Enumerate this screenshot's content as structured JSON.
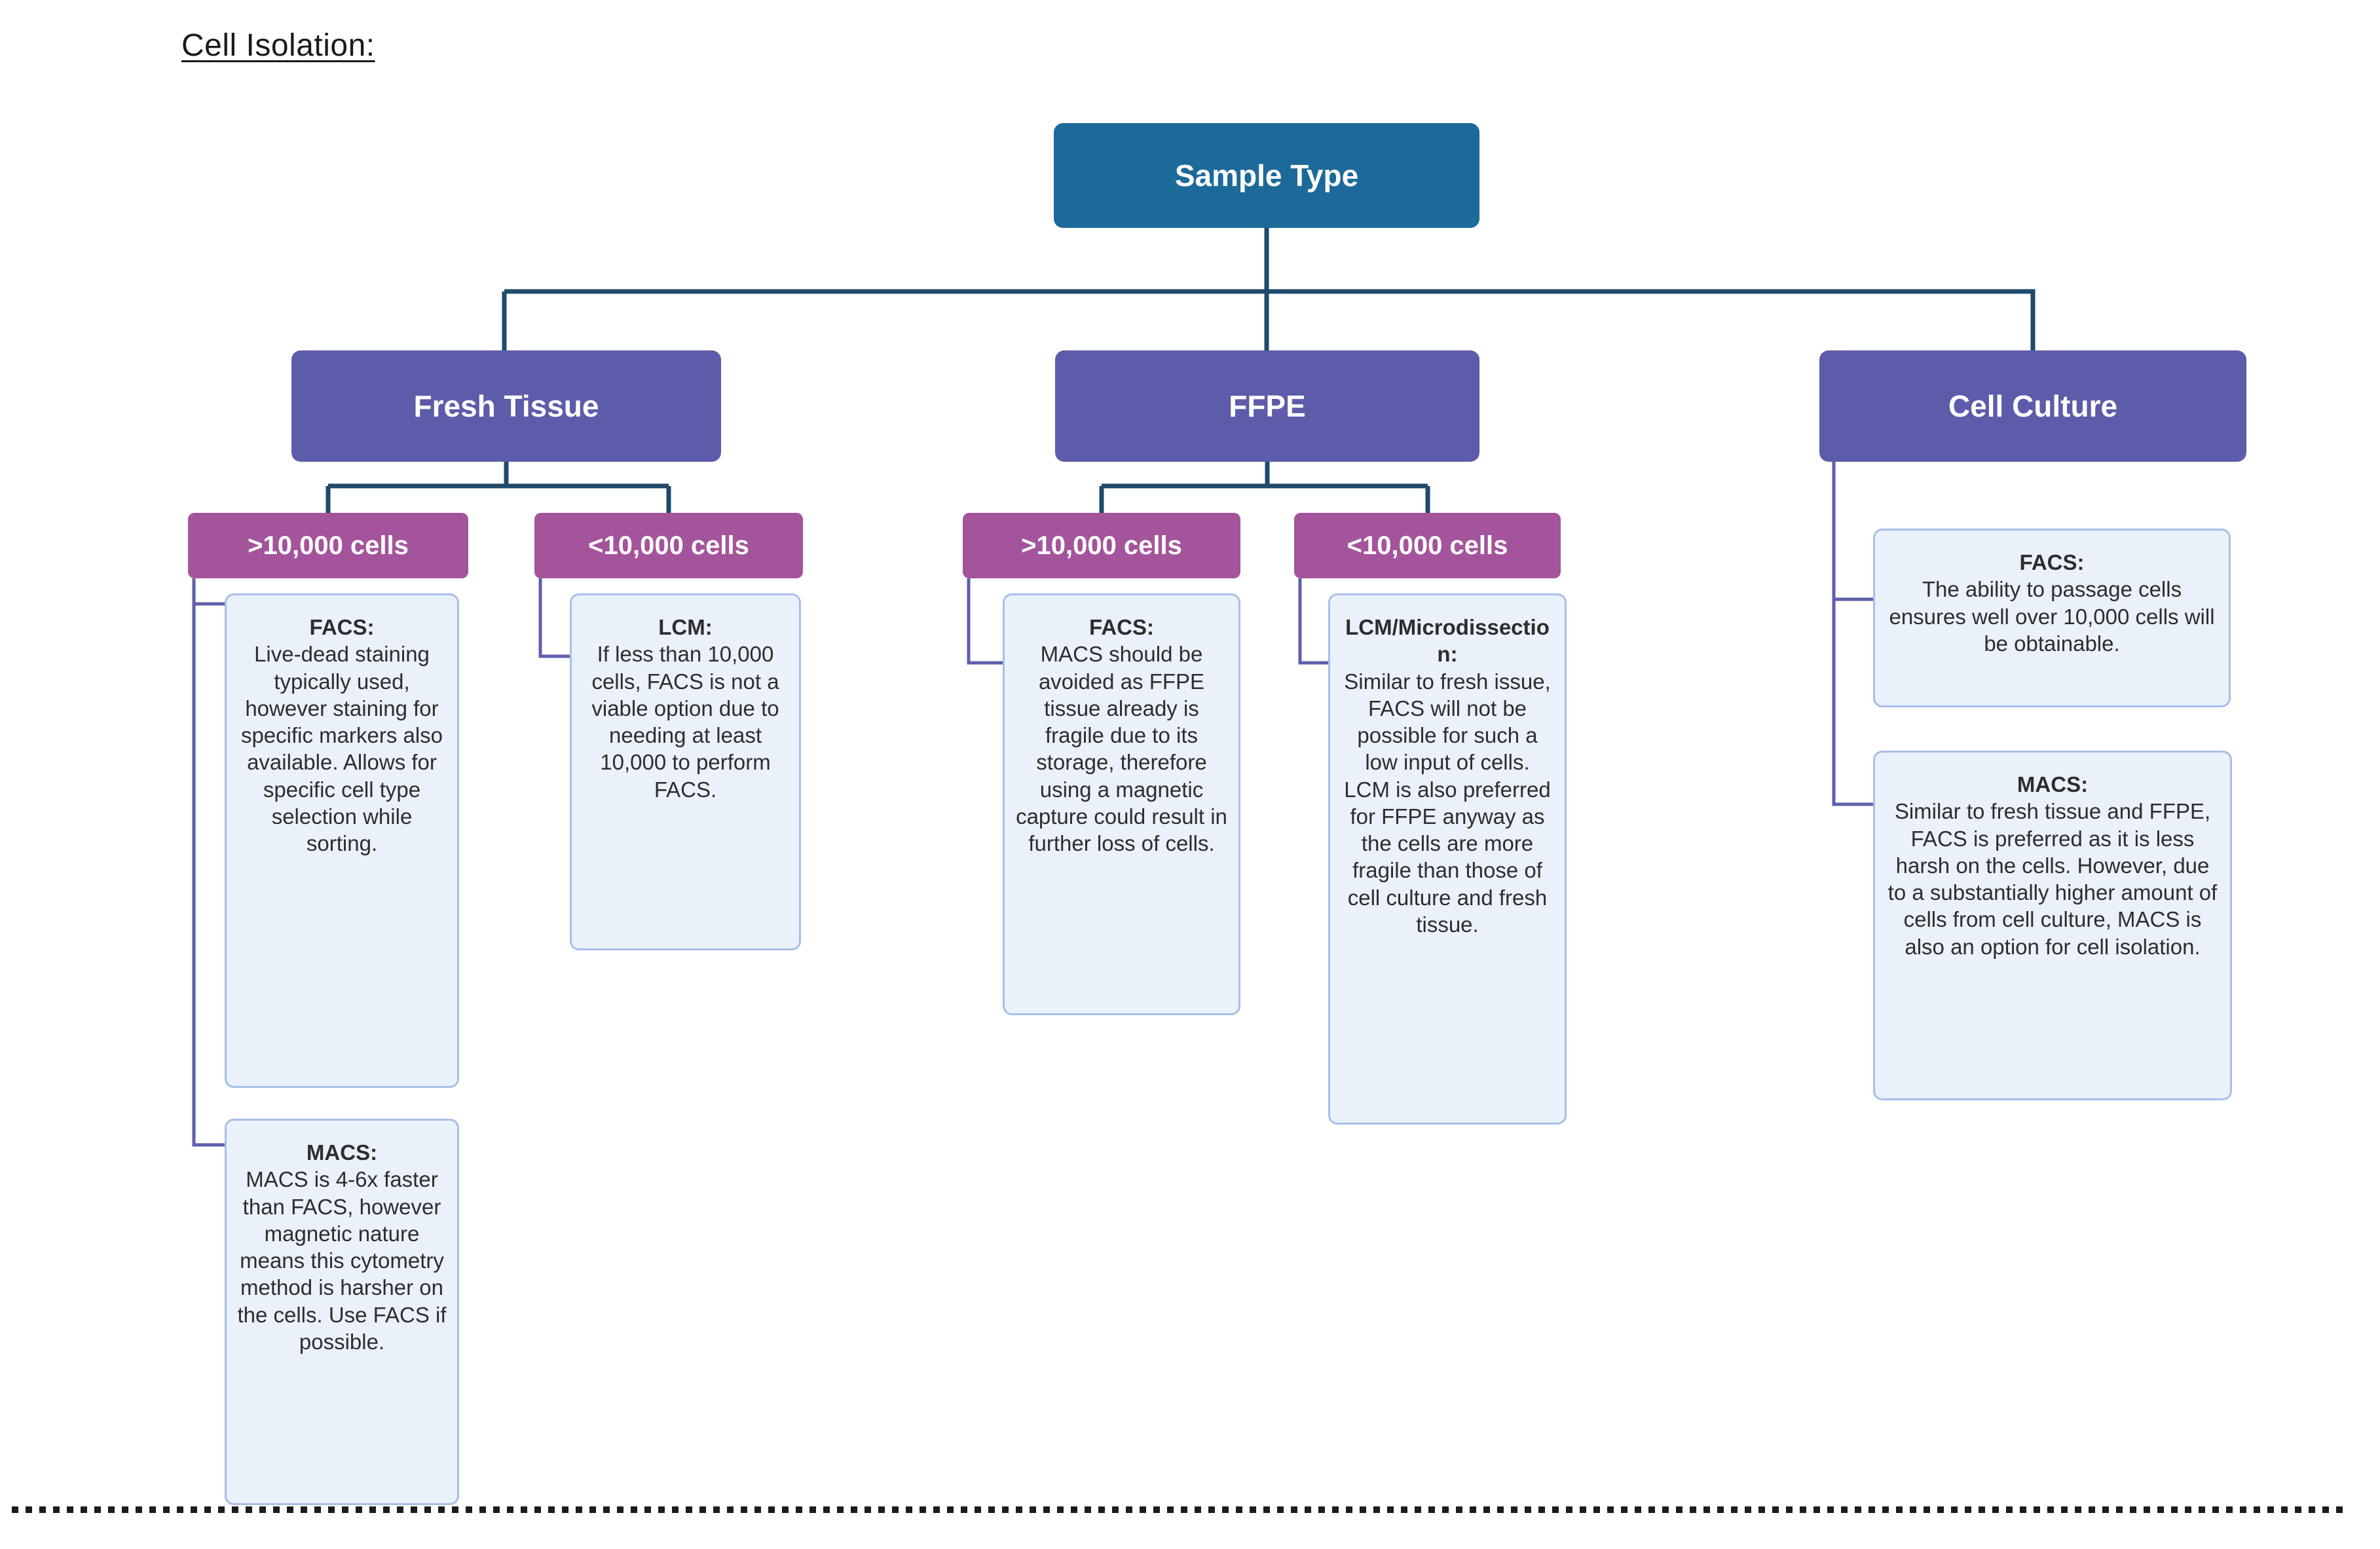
{
  "title": "Cell Isolation:",
  "colors": {
    "sample_type_fill": "#1c6a99",
    "branch_fill": "#5d5caa",
    "count_fill": "#a3549b",
    "note_fill": "#eaf1fb",
    "note_border": "#a7bfe8",
    "connector_main": "#1f4a6b",
    "connector_sub": "#5f5fae",
    "title_color": "#1a1a1a",
    "note_text": "#2d2d2d",
    "dot_color": "#1c1c1c"
  },
  "tree": {
    "root": {
      "label": "Sample Type"
    },
    "branches": [
      {
        "label": "Fresh Tissue",
        "children": [
          {
            "label": ">10,000 cells",
            "notes": [
              {
                "heading": "FACS:",
                "body": "Live-dead staining typically used, however staining for specific markers also available. Allows for specific cell type selection while sorting."
              },
              {
                "heading": "MACS:",
                "body": "MACS is 4-6x faster than FACS, however magnetic nature means this cytometry method is harsher on the cells. Use FACS if possible."
              }
            ]
          },
          {
            "label": "<10,000 cells",
            "notes": [
              {
                "heading": "LCM:",
                "body": "If less than 10,000 cells, FACS is not a viable option due to needing at least 10,000 to perform FACS."
              }
            ]
          }
        ]
      },
      {
        "label": "FFPE",
        "children": [
          {
            "label": ">10,000 cells",
            "notes": [
              {
                "heading": "FACS:",
                "body": "MACS should be avoided as FFPE tissue already is fragile due to its storage, therefore using a magnetic capture could result in further loss of cells."
              }
            ]
          },
          {
            "label": "<10,000 cells",
            "notes": [
              {
                "heading": "LCM/Microdissection:",
                "body": "Similar to fresh issue, FACS will not be possible for such a low input of cells. LCM is also preferred for FFPE anyway as the cells are more fragile than those of cell culture and fresh tissue."
              }
            ]
          }
        ]
      },
      {
        "label": "Cell Culture",
        "notes": [
          {
            "heading": "FACS:",
            "body": "The ability to passage cells ensures well over 10,000 cells will be obtainable."
          },
          {
            "heading": "MACS:",
            "body": "Similar to fresh tissue and FFPE, FACS is preferred as it is less harsh on the cells. However, due to a substantially higher amount of cells from cell culture, MACS is also an option for cell isolation."
          }
        ]
      }
    ]
  }
}
